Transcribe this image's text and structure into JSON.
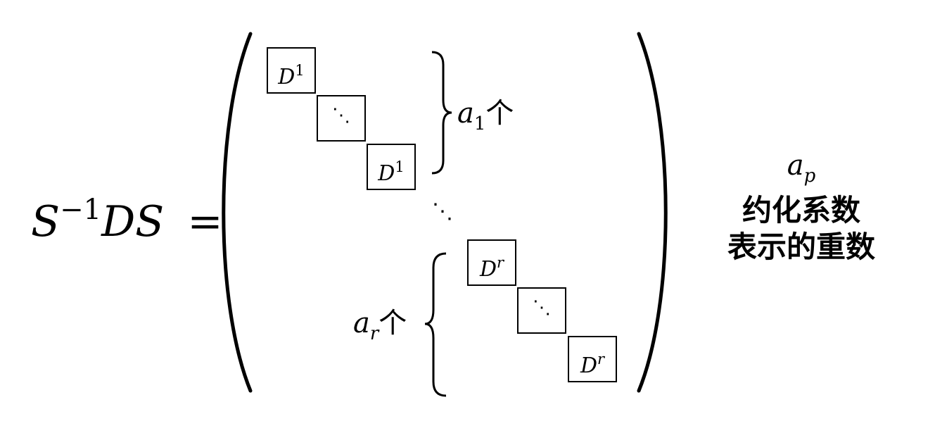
{
  "equation": {
    "lhs_s": "S",
    "lhs_exp": "−1",
    "lhs_ds": "DS",
    "equals": "="
  },
  "blocks": {
    "b1_top": {
      "base": "D",
      "sup": "1"
    },
    "b1_dots": "⋱",
    "b1_bottom": {
      "base": "D",
      "sup": "1"
    },
    "br_top": {
      "base": "D",
      "sup": "r"
    },
    "br_dots": "⋱",
    "br_bottom": {
      "base": "D",
      "sup": "r"
    }
  },
  "middle_dots": "⋱",
  "brace_labels": {
    "group1": {
      "var": "a",
      "sub": "1",
      "suffix": "个"
    },
    "groupr": {
      "var": "a",
      "sub": "r",
      "suffix": "个"
    }
  },
  "note": {
    "var": "a",
    "sub": "p",
    "line1": "约化系数",
    "line2": "表示的重数"
  }
}
